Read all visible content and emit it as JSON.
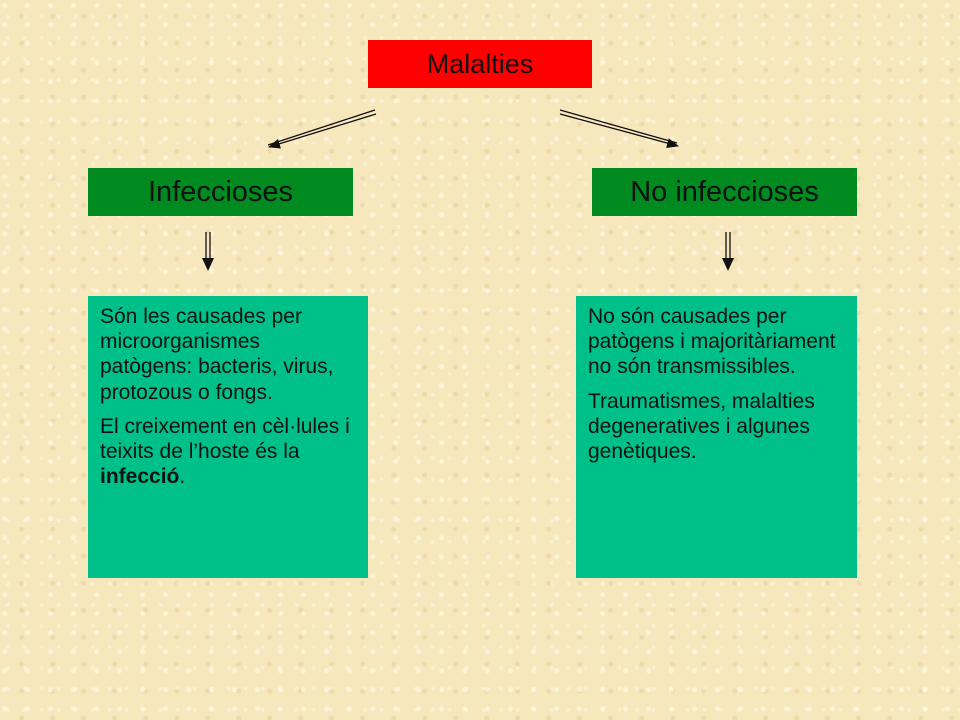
{
  "root": {
    "label": "Malalties"
  },
  "categories": [
    {
      "label": "Infeccioses",
      "description": {
        "p1": "Són les causades per microorganismes patògens: bacteris, virus, protozous o fongs.",
        "p2_before": "El creixement en cèl·lules i teixits de l’hoste és la ",
        "p2_bold": "infecció",
        "p2_after": "."
      }
    },
    {
      "label": "No infeccioses",
      "description": {
        "p1": "No són causades per patògens i majoritàriament no són transmissibles.",
        "p2": "Traumatismes, malalties degeneratives i algunes genètiques."
      }
    }
  ],
  "colors": {
    "root_box": "#ff0000",
    "category_box": "#008a1f",
    "description_box": "#00c08a",
    "background": "#f6e7bd"
  }
}
